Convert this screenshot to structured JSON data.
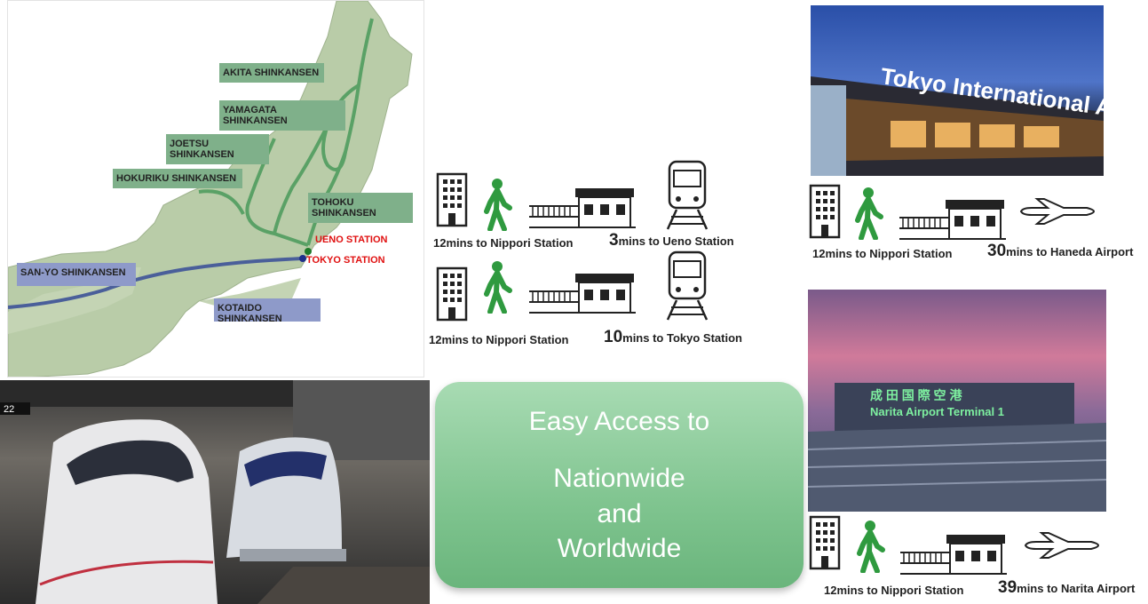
{
  "map": {
    "lines": {
      "akita": "AKITA SHINKANSEN",
      "yamagata": "YAMAGATA SHINKANSEN",
      "joetsu": "JOETSU SHINKANSEN",
      "hokuriku": "HOKURIKU SHINKANSEN",
      "tohoku": "TOHOKU SHINKANSEN",
      "sanyo": "SAN-YO SHINKANSEN",
      "kotaido": "KOTAIDO SHINKANSEN"
    },
    "stations": {
      "ueno": "UENO STATION",
      "tokyo": "TOKYO STATION"
    }
  },
  "routes": {
    "ueno": {
      "walk": "12mins to Nippori Station",
      "train_num": "3",
      "train_text": "mins to Ueno Station"
    },
    "tokyo": {
      "walk": "12mins to Nippori Station",
      "train_num": "10",
      "train_text": "mins to Tokyo Station"
    },
    "haneda": {
      "walk": "12mins to Nippori Station",
      "train_num": "30",
      "train_text": "mins to Haneda Airport"
    },
    "narita": {
      "walk": "12mins to Nippori Station",
      "train_num": "39",
      "train_text": "mins to Narita Airport"
    }
  },
  "photos": {
    "haneda_sign": "Tokyo International Airport",
    "narita_sign_jp": "成 田 国 際 空 港",
    "narita_sign_en": "Narita Airport Terminal 1",
    "platform_sign": "22"
  },
  "access": {
    "line1": "Easy Access to",
    "line2": "Nationwide",
    "line3": "and",
    "line4": "Worldwide"
  },
  "colors": {
    "map_land": "#b9cca8",
    "map_sea": "#ffffff",
    "line_green": "#5aa166",
    "line_blue": "#4a5f9a",
    "station_red": "#e01010",
    "walker_green": "#2f9a3f",
    "box_green": "#8ccd9b"
  }
}
